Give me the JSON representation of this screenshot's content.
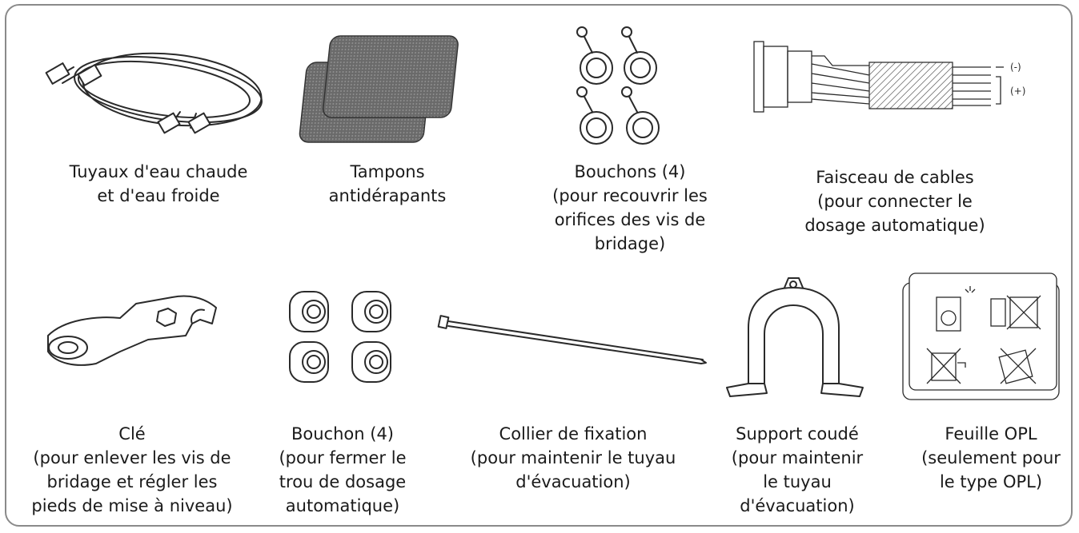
{
  "items": [
    {
      "id": "hoses",
      "icon": "hoses-icon",
      "lines": [
        "Tuyaux d'eau chaude",
        "et d'eau froide"
      ]
    },
    {
      "id": "pads",
      "icon": "pads-icon",
      "lines": [
        "Tampons",
        "antidérapants"
      ]
    },
    {
      "id": "caps",
      "icon": "caps-icon",
      "lines": [
        "Bouchons (4)",
        "(pour recouvrir les",
        "orifices des vis de",
        "bridage)"
      ]
    },
    {
      "id": "harness",
      "icon": "cable-harness-icon",
      "lines": [
        "Faisceau de cables",
        "(pour connecter le",
        "dosage automatique)"
      ],
      "labels": [
        "(-)",
        "(+)"
      ]
    },
    {
      "id": "wrench",
      "icon": "wrench-icon",
      "lines": [
        "Clé",
        "(pour enlever les vis de",
        "bridage et régler les",
        "pieds de mise à niveau)"
      ]
    },
    {
      "id": "plugs",
      "icon": "plugs-icon",
      "lines": [
        "Bouchon (4)",
        "(pour fermer le",
        "trou de dosage",
        "automatique)"
      ]
    },
    {
      "id": "tie",
      "icon": "cable-tie-icon",
      "lines": [
        "Collier de fixation",
        "(pour maintenir le tuyau",
        "d'évacuation)"
      ]
    },
    {
      "id": "bracket",
      "icon": "elbow-bracket-icon",
      "lines": [
        "Support coudé",
        "(pour maintenir",
        "le tuyau",
        "d'évacuation)"
      ]
    },
    {
      "id": "opl",
      "icon": "opl-sheet-icon",
      "lines": [
        "Feuille OPL",
        "(seulement pour",
        "le type OPL)"
      ]
    }
  ]
}
